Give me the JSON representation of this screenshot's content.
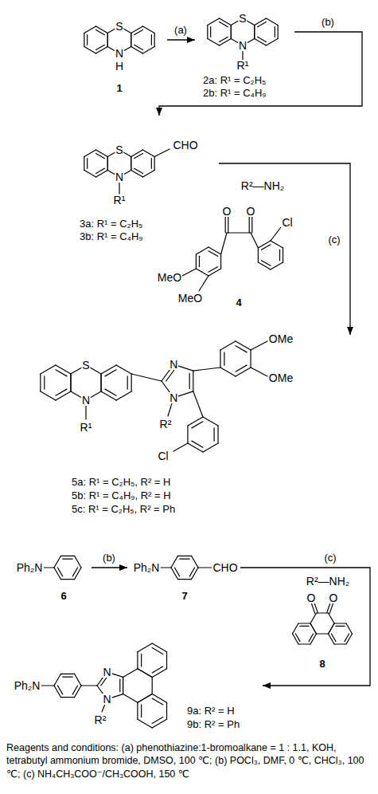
{
  "diagram": {
    "caption": "Reagents and conditions: (a) phenothiazine:1-bromoalkane = 1 : 1.1, KOH, tetrabutyl ammonium bromide, DMSO, 100 ℃; (b) POCl₃, DMF, 0 ℃, CHCl₃, 100 ℃; (c) NH₄CH₃COO⁻/CH₃COOH, 150 ℃",
    "nodes": [
      {
        "text": [
          "1"
        ]
      },
      {
        "text": [
          "2a: R¹ = C₂H₅",
          "2b: R¹ = C₄H₉"
        ]
      },
      {
        "text": [
          "3a: R¹ = C₂H₅",
          "3b: R¹ = C₄H₉"
        ]
      },
      {
        "text": [
          "4"
        ]
      },
      {
        "text": [
          "5a: R¹ = C₂H₅, R² = H",
          "5b: R¹ = C₄H₉, R² = H",
          "5c: R¹ = C₂H₅, R² = Ph"
        ]
      },
      {
        "text": [
          "6"
        ]
      },
      {
        "text": [
          "7"
        ]
      },
      {
        "text": [
          "8"
        ]
      },
      {
        "text": [
          "9a: R² = H",
          "9b: R² = Ph"
        ]
      }
    ],
    "edges": [
      {
        "from": 0,
        "to": 1,
        "label": "(a)",
        "arrow": "to"
      },
      {
        "from": 1,
        "to": 2,
        "label": "(b)",
        "arrow": "to"
      },
      {
        "from": 2,
        "to": 4,
        "label": "(c)",
        "arrow": "to"
      },
      {
        "from": 5,
        "to": 6,
        "label": "(b)",
        "arrow": "to"
      },
      {
        "from": 6,
        "to": 8,
        "label": "(c)",
        "arrow": "to"
      }
    ],
    "labels": [
      "S",
      "N",
      "H",
      "S",
      "N",
      "R¹",
      "S",
      "N",
      "CHO",
      "R¹",
      "R²—NH₂",
      "O",
      "O",
      "Cl",
      "MeO",
      "MeO",
      "S",
      "N",
      "R¹",
      "N",
      "N",
      "R²",
      "OMe",
      "OMe",
      "Cl",
      "Ph₂N",
      "Ph₂N",
      "CHO",
      "R²—NH₂",
      "O",
      "O",
      "Ph₂N",
      "N",
      "N",
      "R²"
    ]
  }
}
